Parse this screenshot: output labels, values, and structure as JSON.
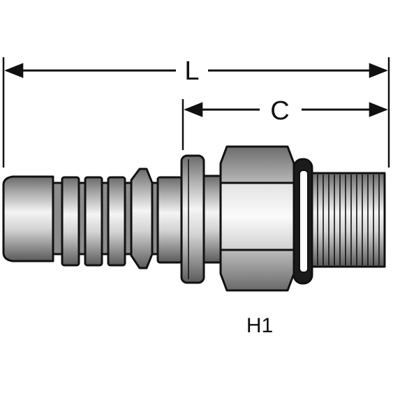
{
  "labels": {
    "overall_length": "L",
    "cut_off_length": "C",
    "hex_size": "H1"
  },
  "colors": {
    "outline": "#111111",
    "metal_dark": "#6e6e6e",
    "metal_light": "#f2f2f2",
    "oring": "#1a1a1a"
  }
}
